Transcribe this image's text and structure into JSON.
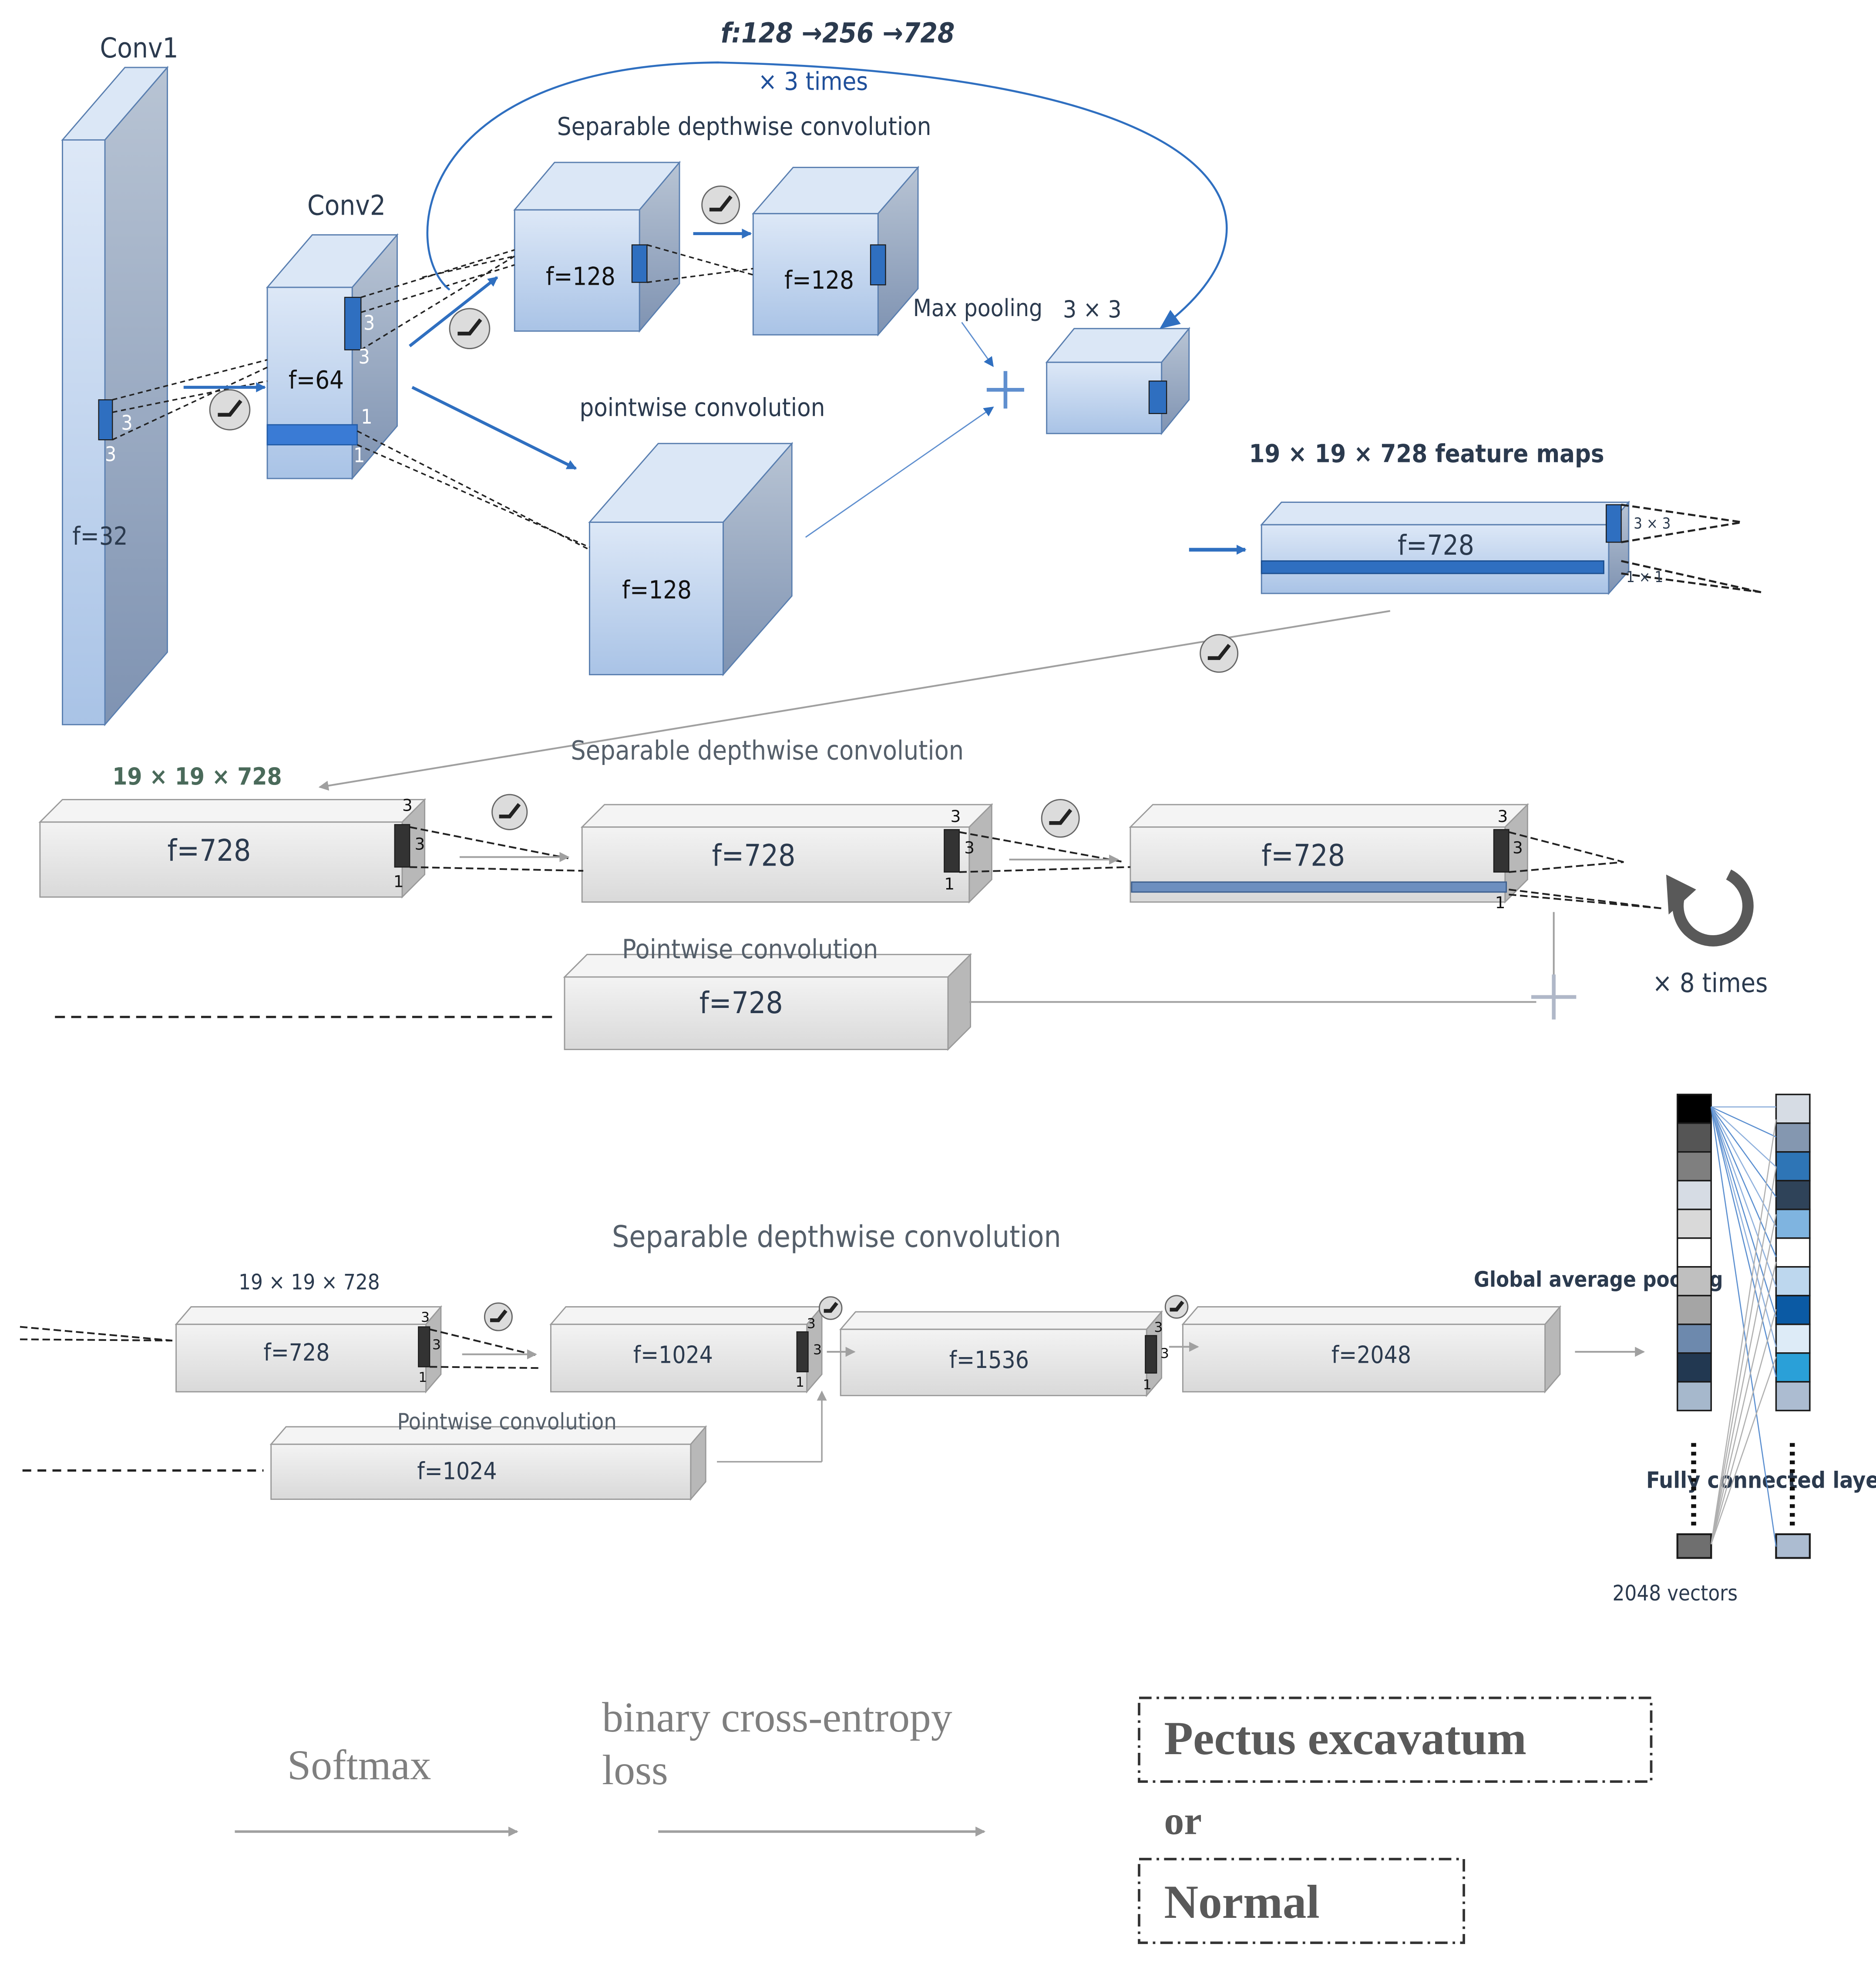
{
  "colors": {
    "blue_front": "#bcd3ef",
    "blue_top": "#dbe7f6",
    "blue_side": "#8ea6c8",
    "blue_accent": "#2f6fc0",
    "grey_front": "#e6e6e6",
    "grey_top": "#f2f2f2",
    "grey_side": "#b5b5b5",
    "arrow_blue": "#2f6fc0",
    "arrow_grey": "#a0a0a0",
    "text_dark": "#2b3a4e",
    "text_grey": "#707070"
  },
  "entry_flow": {
    "conv1_label": "Conv1",
    "conv1_filters": "f=32",
    "conv2_label": "Conv2",
    "conv2_filters": "f=64",
    "kernel_3a": "3",
    "kernel_3b": "3",
    "kernel_1a": "1",
    "kernel_1b": "1",
    "loop_filters": "f:128 →256 →728",
    "loop_times": "× 3 times",
    "sep_conv_label": "Separable depthwise convolution",
    "sep_block1_filters": "f=128",
    "sep_block2_filters": "f=128",
    "maxpool_label": "Max pooling",
    "maxpool_size": "3 × 3",
    "pointwise_label": "pointwise convolution",
    "pointwise_filters": "f=128",
    "feature_maps_label": "19 × 19 × 728  feature maps",
    "feature_block_filters": "f=728",
    "feature_kernel_3": "3 × 3",
    "feature_kernel_1": "1 × 1"
  },
  "middle_flow": {
    "dims_label": "19 × 19 × 728",
    "sep_conv_label": "Separable depthwise convolution",
    "block1_filters": "f=728",
    "block2_filters": "f=728",
    "block3_filters": "f=728",
    "pointwise_label": "Pointwise convolution",
    "pointwise_filters": "f=728",
    "repeat_label": "× 8  times"
  },
  "exit_flow": {
    "sep_conv_label": "Separable depthwise convolution",
    "dims_label": "19 × 19 × 728",
    "block1_filters": "f=728",
    "block2_filters": "f=1024",
    "block3_filters": "f=1536",
    "block4_filters": "f=2048",
    "pointwise_label": "Pointwise convolution",
    "pointwise_filters": "f=1024",
    "gap_label": "Global average pooling",
    "fc_label": "Fully connected layer",
    "vectors_label": "2048 vectors",
    "vector_left_colors": [
      "#000000",
      "#555555",
      "#7f7f7f",
      "#d6dce4",
      "#d9d9d9",
      "#ffffff",
      "#bfbfbf",
      "#a5a5a5",
      "#6d89ad",
      "#223851",
      "#a6b8cc"
    ],
    "vector_right_colors": [
      "#d6dce4",
      "#8497b0",
      "#2e75b6",
      "#2f4359",
      "#7fb4e0",
      "#ffffff",
      "#bdd7ee",
      "#0b5aa4",
      "#ddebf7",
      "#2aa0d8",
      "#acbcd1"
    ],
    "vector_left_last": "#6f6f6f",
    "vector_right_last": "#acbcd1"
  },
  "output": {
    "softmax_label": "Softmax",
    "loss_label_line1": "binary cross-entropy",
    "loss_label_line2": "loss",
    "class_1": "Pectus excavatum",
    "or_label": "or",
    "class_2": "Normal"
  }
}
